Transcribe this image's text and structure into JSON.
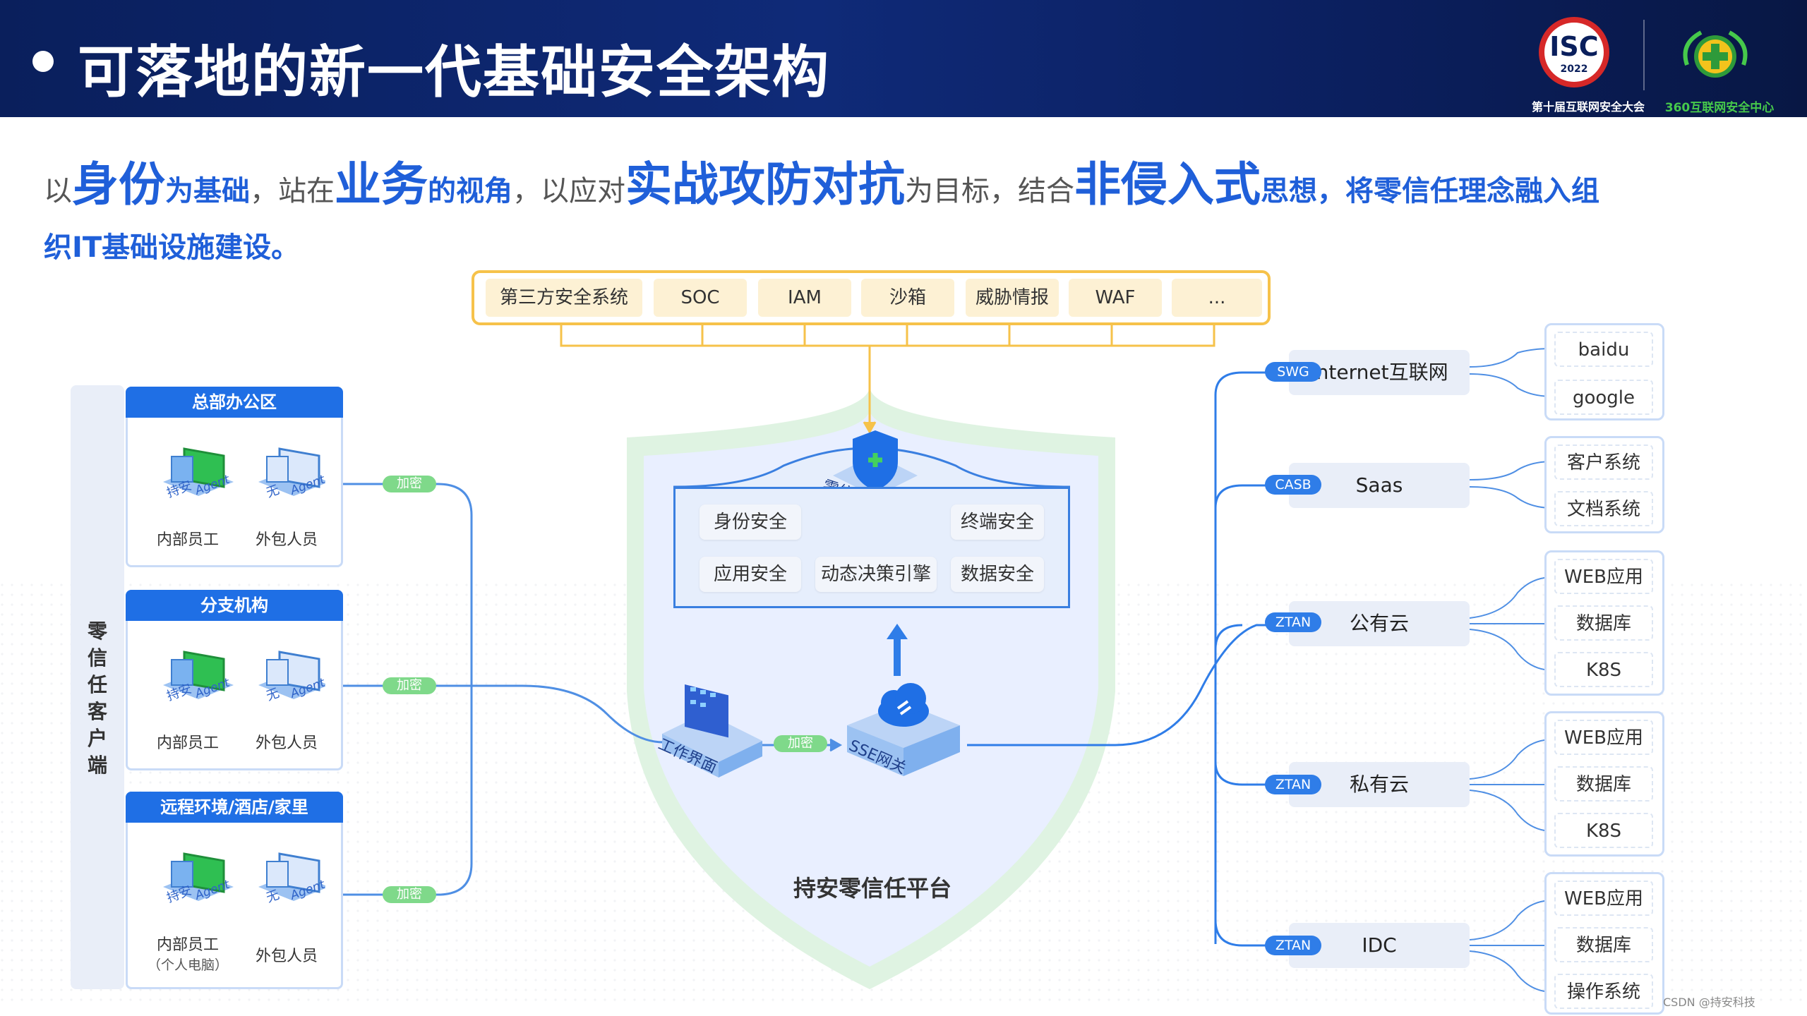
{
  "header": {
    "title": "可落地的新一代基础安全架构",
    "isc_logo": "ISC",
    "isc_year": "2022",
    "isc_caption": "第十届互联网安全大会",
    "center_caption": "360互联网安全中心"
  },
  "intro": {
    "p1": "以",
    "k1": "身份",
    "p2": "为基础",
    "p3": "，站在",
    "k2": "业务",
    "p4": "的视角",
    "p5": "，以应对",
    "k3": "实战攻防对抗",
    "p6": "为目标，结合",
    "k4": "非侵入式",
    "p7": "思想，将零信任理念融入组",
    "line2": "织IT基础设施建设。"
  },
  "topbar": {
    "items": [
      "第三方安全系统",
      "SOC",
      "IAM",
      "沙箱",
      "威胁情报",
      "WAF",
      "..."
    ]
  },
  "client": {
    "sidebar_label": "零信任客户端",
    "panels": [
      {
        "title": "总部办公区",
        "left_label": "内部员工",
        "right_label": "外包人员",
        "left_sub": ""
      },
      {
        "title": "分支机构",
        "left_label": "内部员工",
        "right_label": "外包人员",
        "left_sub": ""
      },
      {
        "title": "远程环境/酒店/家里",
        "left_label": "内部员工",
        "right_label": "外包人员",
        "left_sub": "（个人电脑）"
      }
    ],
    "device_tags": {
      "with": "持安",
      "without": "无",
      "agent": "Agent"
    },
    "encrypt_label": "加密"
  },
  "center": {
    "control_center_label": "零信任控制中心",
    "modules": [
      "身份安全",
      "终端安全",
      "应用安全",
      "动态决策引擎",
      "数据安全"
    ],
    "workspace_label": "工作界面",
    "gateway_label": "SSE网关",
    "encrypt_label": "加密",
    "platform_label": "持安零信任平台"
  },
  "destinations": [
    {
      "tag": "SWG",
      "name": "Internet互联网",
      "items": [
        "baidu",
        "google"
      ]
    },
    {
      "tag": "CASB",
      "name": "Saas",
      "items": [
        "客户系统",
        "文档系统"
      ]
    },
    {
      "tag": "ZTAN",
      "name": "公有云",
      "items": [
        "WEB应用",
        "数据库",
        "K8S"
      ]
    },
    {
      "tag": "ZTAN",
      "name": "私有云",
      "items": [
        "WEB应用",
        "数据库",
        "K8S"
      ]
    },
    {
      "tag": "ZTAN",
      "name": "IDC",
      "items": [
        "WEB应用",
        "数据库",
        "操作系统"
      ]
    }
  ],
  "watermark": "CSDN @持安科技",
  "colors": {
    "accent_blue": "#1f5fd9",
    "header_navy": "#0a1f5c",
    "encrypt_green": "#7fd98a",
    "topbar_gold": "#f6c24a"
  }
}
